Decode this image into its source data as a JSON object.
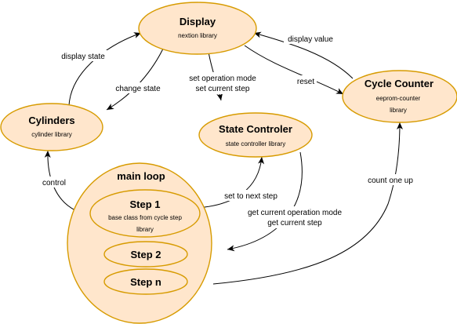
{
  "nodes": {
    "display": {
      "title": "Display",
      "subtitle": "nextion library"
    },
    "cycle_counter": {
      "title": "Cycle Counter",
      "subtitle_line1": "eeprom-counter",
      "subtitle_line2": "library"
    },
    "cylinders": {
      "title": "Cylinders",
      "subtitle": "cylinder library"
    },
    "state_controller": {
      "title": "State Controler",
      "subtitle": "state controller library"
    },
    "main_loop": {
      "title": "main loop"
    },
    "step1": {
      "title": "Step 1",
      "subtitle_line1": "base class from cycle step",
      "subtitle_line2": "library"
    },
    "step2": {
      "title": "Step 2"
    },
    "stepn": {
      "title": "Step n"
    }
  },
  "edges": {
    "display_value": "display value",
    "display_state": "display state",
    "change_state": "change state",
    "set_operation_mode": "set operation mode",
    "set_current_step": "set current step",
    "reset": "reset",
    "control": "control",
    "set_to_next_step": "set to next step",
    "get_current_operation_mode": "get current operation mode",
    "get_current_step": "get current step",
    "count_one_up": "count one up"
  },
  "colors": {
    "node_fill": "#ffe6cc",
    "node_stroke": "#d79b00",
    "edge": "#000000"
  }
}
